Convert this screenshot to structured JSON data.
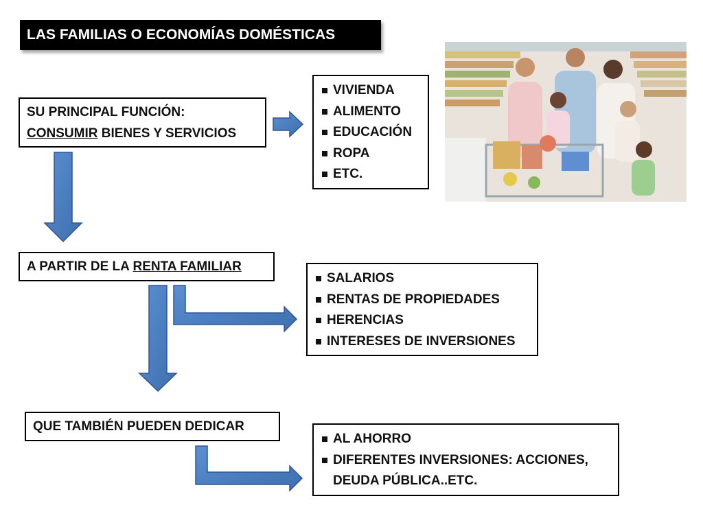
{
  "title": "LAS FAMILIAS O ECONOMÍAS DOMÉSTICAS",
  "function_box": {
    "line1": "SU PRINCIPAL FUNCIÓN:",
    "line2_underlined": "CONSUMIR",
    "line2_rest": " BIENES Y SERVICIOS"
  },
  "consumption_list": [
    "VIVIENDA",
    "ALIMENTO",
    "EDUCACIÓN",
    "ROPA",
    "ETC."
  ],
  "income_box": {
    "prefix": "A PARTIR DE LA ",
    "underlined": "RENTA FAMILIAR"
  },
  "income_list": [
    "SALARIOS",
    "RENTAS DE PROPIEDADES",
    "HERENCIAS",
    "INTERESES DE INVERSIONES"
  ],
  "dedicate_box": "QUE TAMBIÉN PUEDEN DEDICAR",
  "dedicate_list": [
    "AL AHORRO",
    "DIFERENTES INVERSIONES: ACCIONES, DEUDA PÚBLICA..ETC."
  ],
  "colors": {
    "arrow_fill": "#4f81bd",
    "arrow_stroke": "#2f5597",
    "title_bg": "#000000"
  },
  "photo_icon": "family-shopping-photo"
}
